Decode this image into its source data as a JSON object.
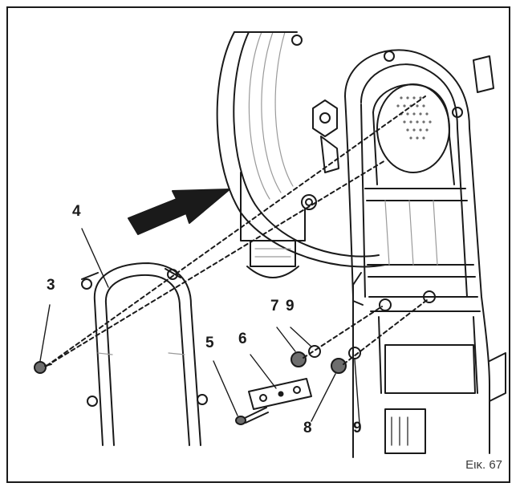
{
  "figure": {
    "caption": "Εικ. 67",
    "callouts": {
      "c3": "3",
      "c4": "4",
      "c5": "5",
      "c6": "6",
      "c7": "7",
      "c8": "8",
      "c9a": "9",
      "c9b": "9"
    }
  },
  "colors": {
    "line": "#1a1a1a",
    "seal": "#6e6e6e",
    "hatch": "#9a9a9a"
  }
}
